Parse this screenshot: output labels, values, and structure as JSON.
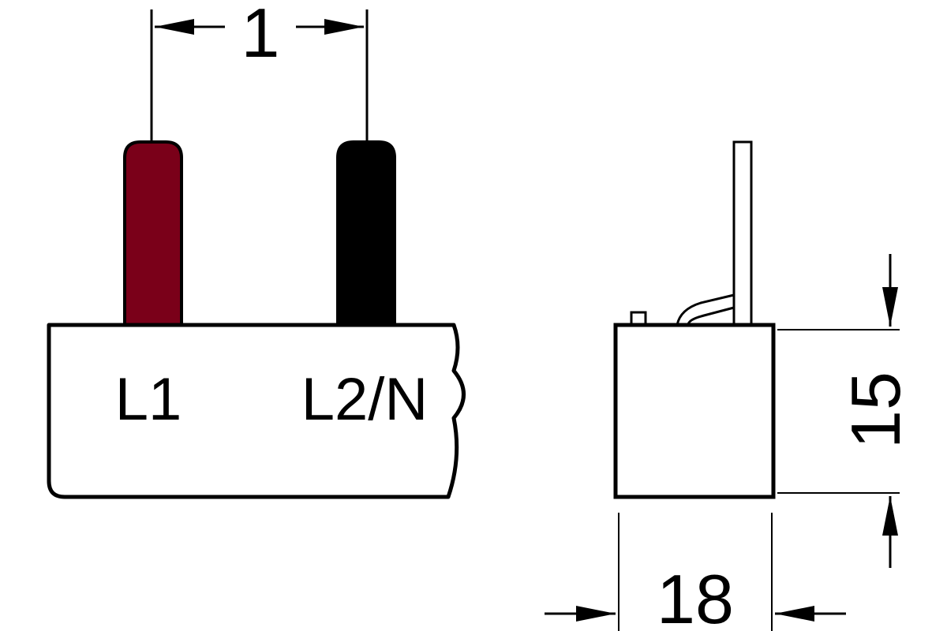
{
  "front_view": {
    "pin_pitch_label": "1",
    "pin_left_label": "L1",
    "pin_right_label": "L2/N",
    "pin_left_color": "#7a0019",
    "pin_right_color": "#000000"
  },
  "side_view": {
    "height_label": "15",
    "width_label": "18"
  },
  "colors": {
    "line": "#000000",
    "background": "#ffffff"
  }
}
